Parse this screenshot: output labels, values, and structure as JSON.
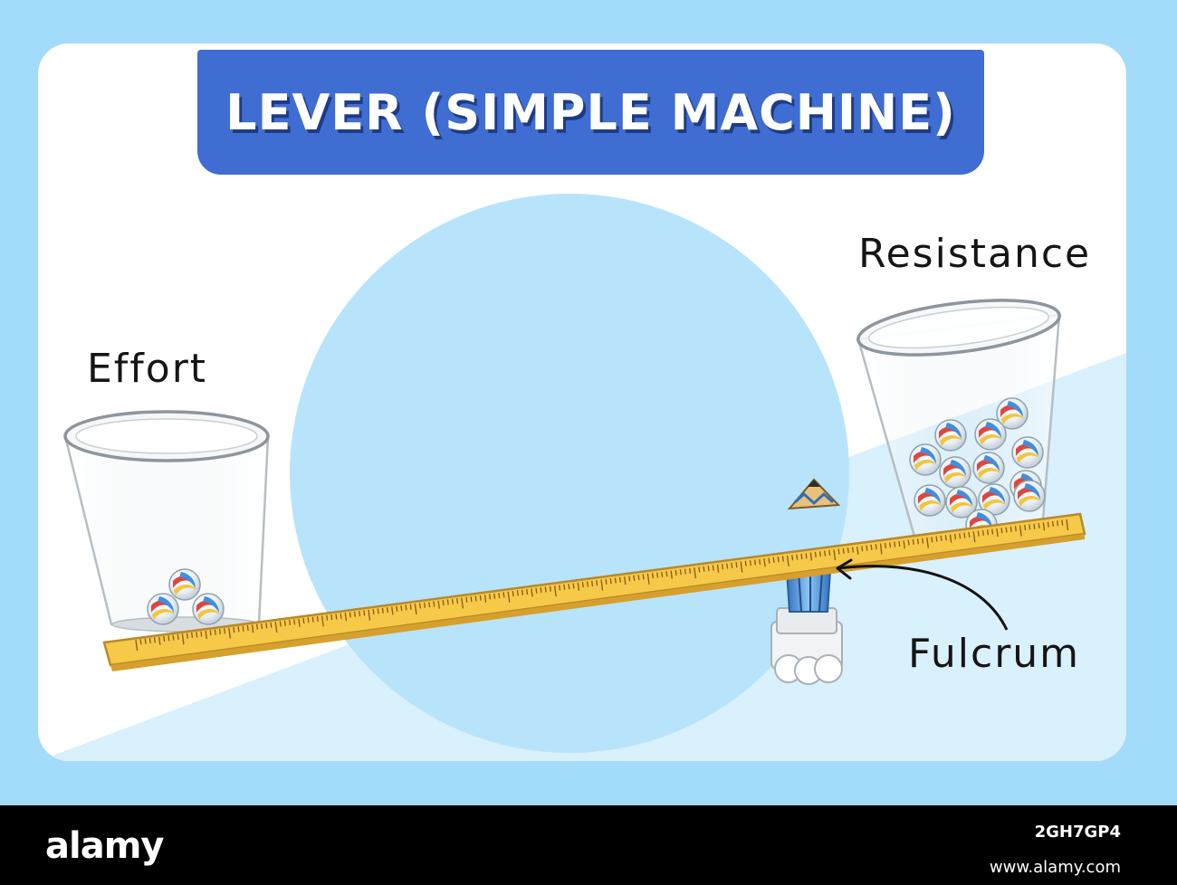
{
  "title": "LEVER (SIMPLE MACHINE)",
  "labels": {
    "effort": "Effort",
    "resistance": "Resistance",
    "fulcrum": "Fulcrum"
  },
  "footer": {
    "brand": "alamy",
    "image_id": "2GH7GP4",
    "site": "www.alamy.com"
  },
  "marbles": {
    "effort_cup_count": 3,
    "resistance_cup_count": 13
  },
  "colors": {
    "background": "#a3dbfa",
    "banner": "#3f6dd1",
    "ruler": "#f3c548",
    "circle": "#b8e4fb",
    "pencil": "#4a8fd8"
  }
}
